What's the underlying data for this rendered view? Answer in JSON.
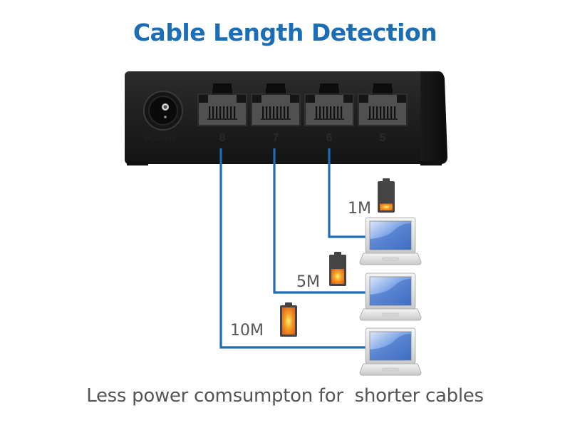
{
  "title": "Cable Length Detection",
  "caption": "Less power comsumpton for  shorter cables",
  "switch": {
    "power_label": "POWER",
    "ports": [
      {
        "number": "8"
      },
      {
        "number": "7"
      },
      {
        "number": "6"
      },
      {
        "number": "5"
      }
    ]
  },
  "connections": [
    {
      "port": "8",
      "cable_length": "10M",
      "battery_level": 1.0
    },
    {
      "port": "7",
      "cable_length": "5M",
      "battery_level": 0.55
    },
    {
      "port": "6",
      "cable_length": "1M",
      "battery_level": 0.25
    }
  ],
  "colors": {
    "title": "#1b6db5",
    "cable": "#1b6db5",
    "caption": "#555555",
    "battery_fill": "#f08a1c",
    "battery_body": "#444444",
    "laptop_screen": "#4f7fd0"
  }
}
